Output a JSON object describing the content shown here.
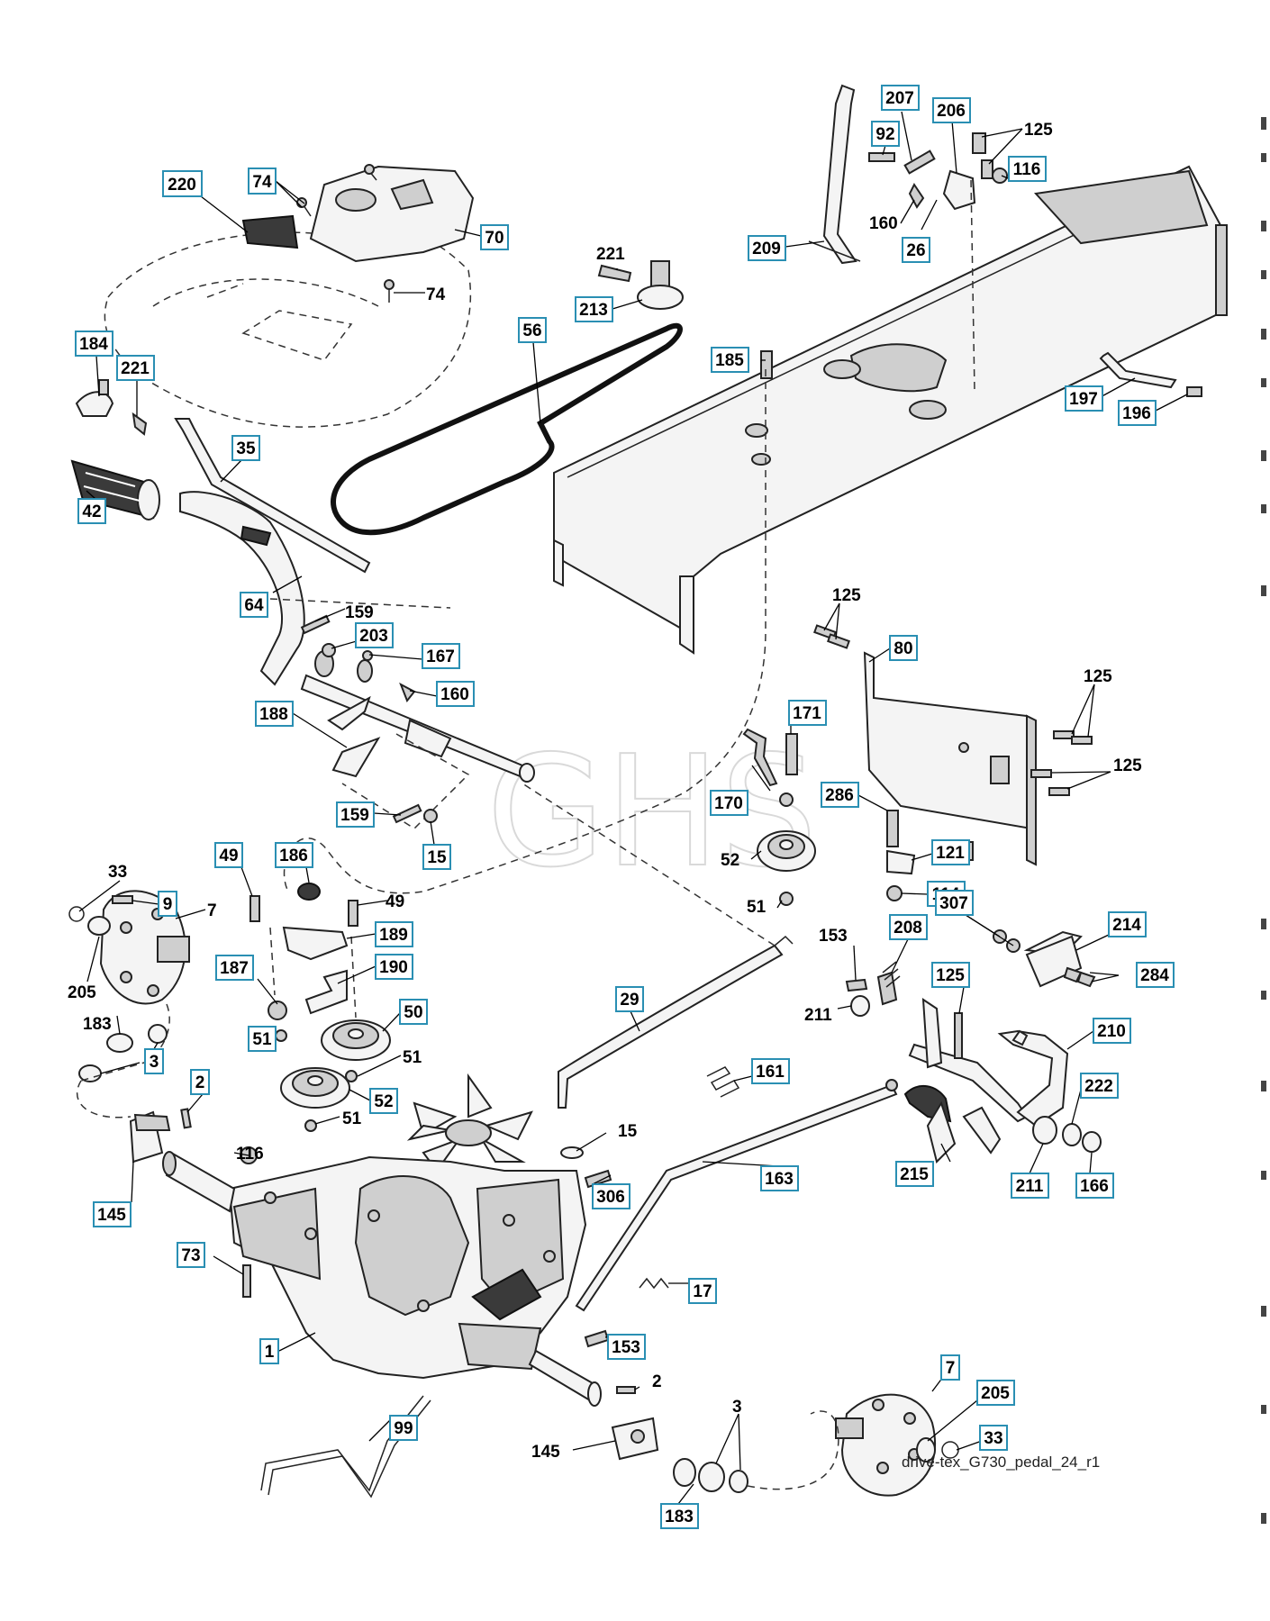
{
  "diagram_id": "drive-tex_G730_pedal_24_r1",
  "watermark": "GHS",
  "callouts": [
    {
      "id": "c220",
      "label": "220",
      "boxed": true
    },
    {
      "id": "c74a",
      "label": "74",
      "boxed": true
    },
    {
      "id": "c70",
      "label": "70",
      "boxed": true
    },
    {
      "id": "c74b",
      "label": "74",
      "boxed": false
    },
    {
      "id": "c184",
      "label": "184",
      "boxed": true
    },
    {
      "id": "c221a",
      "label": "221",
      "boxed": true
    },
    {
      "id": "c42",
      "label": "42",
      "boxed": true
    },
    {
      "id": "c35",
      "label": "35",
      "boxed": true
    },
    {
      "id": "c56",
      "label": "56",
      "boxed": true
    },
    {
      "id": "c221b",
      "label": "221",
      "boxed": false
    },
    {
      "id": "c213",
      "label": "213",
      "boxed": true
    },
    {
      "id": "c209",
      "label": "209",
      "boxed": true
    },
    {
      "id": "c92",
      "label": "92",
      "boxed": true
    },
    {
      "id": "c207",
      "label": "207",
      "boxed": true
    },
    {
      "id": "c206",
      "label": "206",
      "boxed": true
    },
    {
      "id": "c125a",
      "label": "125",
      "boxed": false
    },
    {
      "id": "c116a",
      "label": "116",
      "boxed": true
    },
    {
      "id": "c160a",
      "label": "160",
      "boxed": false
    },
    {
      "id": "c26",
      "label": "26",
      "boxed": true
    },
    {
      "id": "c185",
      "label": "185",
      "boxed": true
    },
    {
      "id": "c197",
      "label": "197",
      "boxed": true
    },
    {
      "id": "c196",
      "label": "196",
      "boxed": true
    },
    {
      "id": "c64",
      "label": "64",
      "boxed": true
    },
    {
      "id": "c159a",
      "label": "159",
      "boxed": false
    },
    {
      "id": "c203",
      "label": "203",
      "boxed": true
    },
    {
      "id": "c167",
      "label": "167",
      "boxed": true
    },
    {
      "id": "c160b",
      "label": "160",
      "boxed": true
    },
    {
      "id": "c188",
      "label": "188",
      "boxed": true
    },
    {
      "id": "c159b",
      "label": "159",
      "boxed": true
    },
    {
      "id": "c15a",
      "label": "15",
      "boxed": true
    },
    {
      "id": "c125b",
      "label": "125",
      "boxed": false
    },
    {
      "id": "c80",
      "label": "80",
      "boxed": true
    },
    {
      "id": "c125c",
      "label": "125",
      "boxed": false
    },
    {
      "id": "c125d",
      "label": "125",
      "boxed": false
    },
    {
      "id": "c171",
      "label": "171",
      "boxed": true
    },
    {
      "id": "c286",
      "label": "286",
      "boxed": true
    },
    {
      "id": "c170",
      "label": "170",
      "boxed": true
    },
    {
      "id": "c121",
      "label": "121",
      "boxed": true
    },
    {
      "id": "c52a",
      "label": "52",
      "boxed": false
    },
    {
      "id": "c114",
      "label": "114",
      "boxed": true
    },
    {
      "id": "c51a",
      "label": "51",
      "boxed": false
    },
    {
      "id": "c33a",
      "label": "33",
      "boxed": false
    },
    {
      "id": "c9",
      "label": "9",
      "boxed": true
    },
    {
      "id": "c7a",
      "label": "7",
      "boxed": false
    },
    {
      "id": "c49a",
      "label": "49",
      "boxed": true
    },
    {
      "id": "c186",
      "label": "186",
      "boxed": true
    },
    {
      "id": "c49b",
      "label": "49",
      "boxed": false
    },
    {
      "id": "c189",
      "label": "189",
      "boxed": true
    },
    {
      "id": "c205a",
      "label": "205",
      "boxed": false
    },
    {
      "id": "c187",
      "label": "187",
      "boxed": true
    },
    {
      "id": "c190",
      "label": "190",
      "boxed": true
    },
    {
      "id": "c183a",
      "label": "183",
      "boxed": false
    },
    {
      "id": "c3a",
      "label": "3",
      "boxed": true
    },
    {
      "id": "c51b",
      "label": "51",
      "boxed": true
    },
    {
      "id": "c50",
      "label": "50",
      "boxed": true
    },
    {
      "id": "c51c",
      "label": "51",
      "boxed": false
    },
    {
      "id": "c52b",
      "label": "52",
      "boxed": true
    },
    {
      "id": "c51d",
      "label": "51",
      "boxed": false
    },
    {
      "id": "c2a",
      "label": "2",
      "boxed": true
    },
    {
      "id": "c153a",
      "label": "153",
      "boxed": false
    },
    {
      "id": "c208",
      "label": "208",
      "boxed": true
    },
    {
      "id": "c307",
      "label": "307",
      "boxed": true
    },
    {
      "id": "c214",
      "label": "214",
      "boxed": true
    },
    {
      "id": "c125e",
      "label": "125",
      "boxed": true
    },
    {
      "id": "c284",
      "label": "284",
      "boxed": true
    },
    {
      "id": "c211a",
      "label": "211",
      "boxed": false
    },
    {
      "id": "c210",
      "label": "210",
      "boxed": true
    },
    {
      "id": "c29",
      "label": "29",
      "boxed": true
    },
    {
      "id": "c161",
      "label": "161",
      "boxed": true
    },
    {
      "id": "c222",
      "label": "222",
      "boxed": true
    },
    {
      "id": "c116b",
      "label": "116",
      "boxed": false
    },
    {
      "id": "c15b",
      "label": "15",
      "boxed": false
    },
    {
      "id": "c163",
      "label": "163",
      "boxed": true
    },
    {
      "id": "c215",
      "label": "215",
      "boxed": true
    },
    {
      "id": "c211b",
      "label": "211",
      "boxed": true
    },
    {
      "id": "c166",
      "label": "166",
      "boxed": true
    },
    {
      "id": "c145a",
      "label": "145",
      "boxed": true
    },
    {
      "id": "c306",
      "label": "306",
      "boxed": true
    },
    {
      "id": "c73",
      "label": "73",
      "boxed": true
    },
    {
      "id": "c17",
      "label": "17",
      "boxed": true
    },
    {
      "id": "c153b",
      "label": "153",
      "boxed": true
    },
    {
      "id": "c1",
      "label": "1",
      "boxed": true
    },
    {
      "id": "c2b",
      "label": "2",
      "boxed": false
    },
    {
      "id": "c7b",
      "label": "7",
      "boxed": true
    },
    {
      "id": "c99",
      "label": "99",
      "boxed": true
    },
    {
      "id": "c205b",
      "label": "205",
      "boxed": true
    },
    {
      "id": "c3b",
      "label": "3",
      "boxed": false
    },
    {
      "id": "c145b",
      "label": "145",
      "boxed": false
    },
    {
      "id": "c33b",
      "label": "33",
      "boxed": true
    },
    {
      "id": "c183b",
      "label": "183",
      "boxed": true
    }
  ]
}
